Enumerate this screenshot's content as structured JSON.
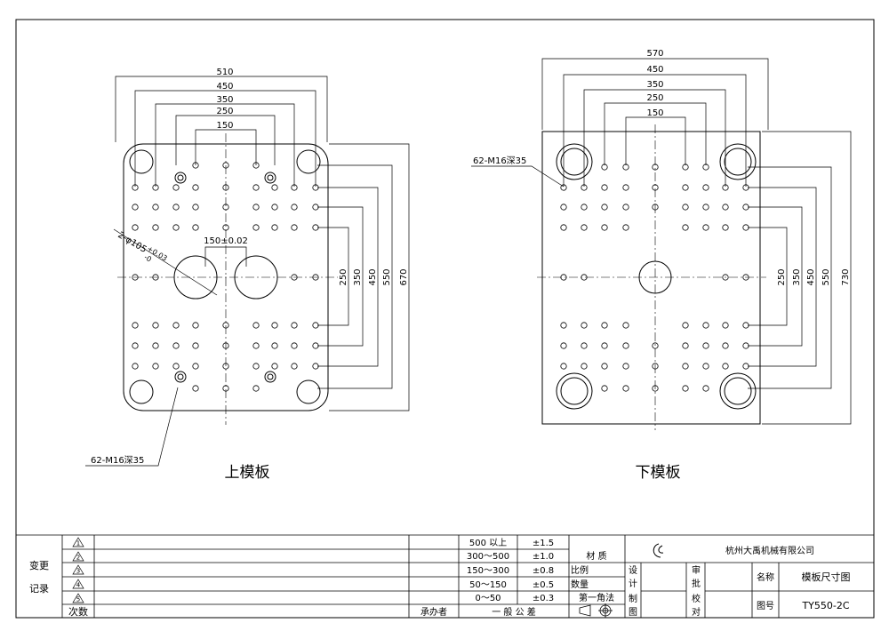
{
  "upper_plate": {
    "caption": "上模板",
    "horizontal_dims": [
      "510",
      "450",
      "350",
      "250",
      "150"
    ],
    "vertical_dims": [
      "250",
      "350",
      "450",
      "550",
      "670"
    ],
    "center_dim": "150±0.02",
    "bore_note_1": "2-φ105",
    "bore_note_2": "+0.03",
    "bore_note_3": "-0",
    "thread_note": "62-M16深35"
  },
  "lower_plate": {
    "caption": "下模板",
    "horizontal_dims": [
      "570",
      "450",
      "350",
      "250",
      "150"
    ],
    "vertical_dims": [
      "250",
      "350",
      "450",
      "550",
      "730"
    ],
    "thread_note": "62-M16深35"
  },
  "title_block": {
    "change_record_1": "变更",
    "change_record_2": "记录",
    "count_label": "次数",
    "revisions": [
      "1",
      "2",
      "3",
      "4",
      "5"
    ],
    "undertaker_label": "承办者",
    "tolerances": [
      {
        "range": "500 以上",
        "tol": "±1.5"
      },
      {
        "range": "300～500",
        "tol": "±1.0"
      },
      {
        "range": "150～300",
        "tol": "±0.8"
      },
      {
        "range": "50～150",
        "tol": "±0.5"
      },
      {
        "range": "0～50",
        "tol": "±0.3"
      }
    ],
    "general_tolerance": "一 般 公 差",
    "material_label": "材 质",
    "scale_label": "比例",
    "quantity_label": "数量",
    "projection_label": "第一角法",
    "company": "杭州大禹机械有限公司",
    "design_1": "设",
    "design_2": "计",
    "drafting_1": "制",
    "drafting_2": "图",
    "review_1": "审",
    "review_2": "批",
    "check_1": "校",
    "check_2": "对",
    "name_label": "名称",
    "drawing_name": "模板尺寸图",
    "drawing_no_label": "图号",
    "drawing_no": "TY550-2C"
  },
  "colors": {
    "line": "#000000",
    "paper": "#ffffff"
  }
}
